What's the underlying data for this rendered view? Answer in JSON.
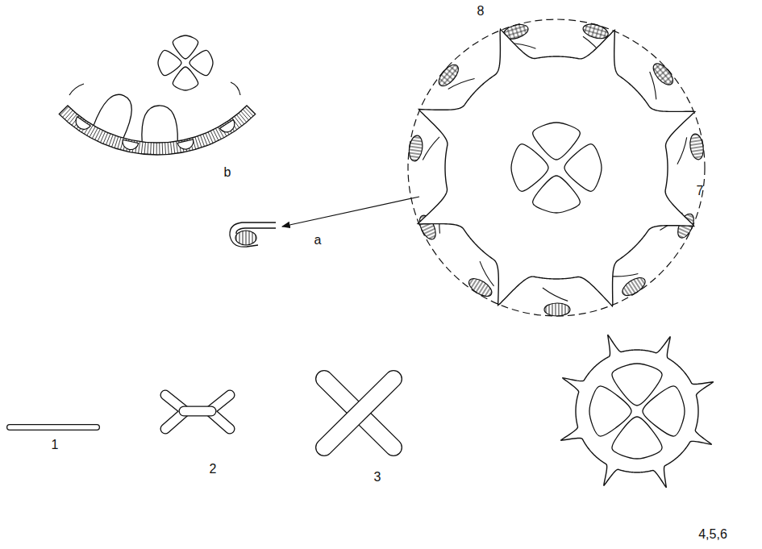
{
  "diagram": {
    "labels": [
      "b",
      "8",
      "7",
      "a",
      "1",
      "2",
      "3",
      "4,5,6"
    ]
  }
}
